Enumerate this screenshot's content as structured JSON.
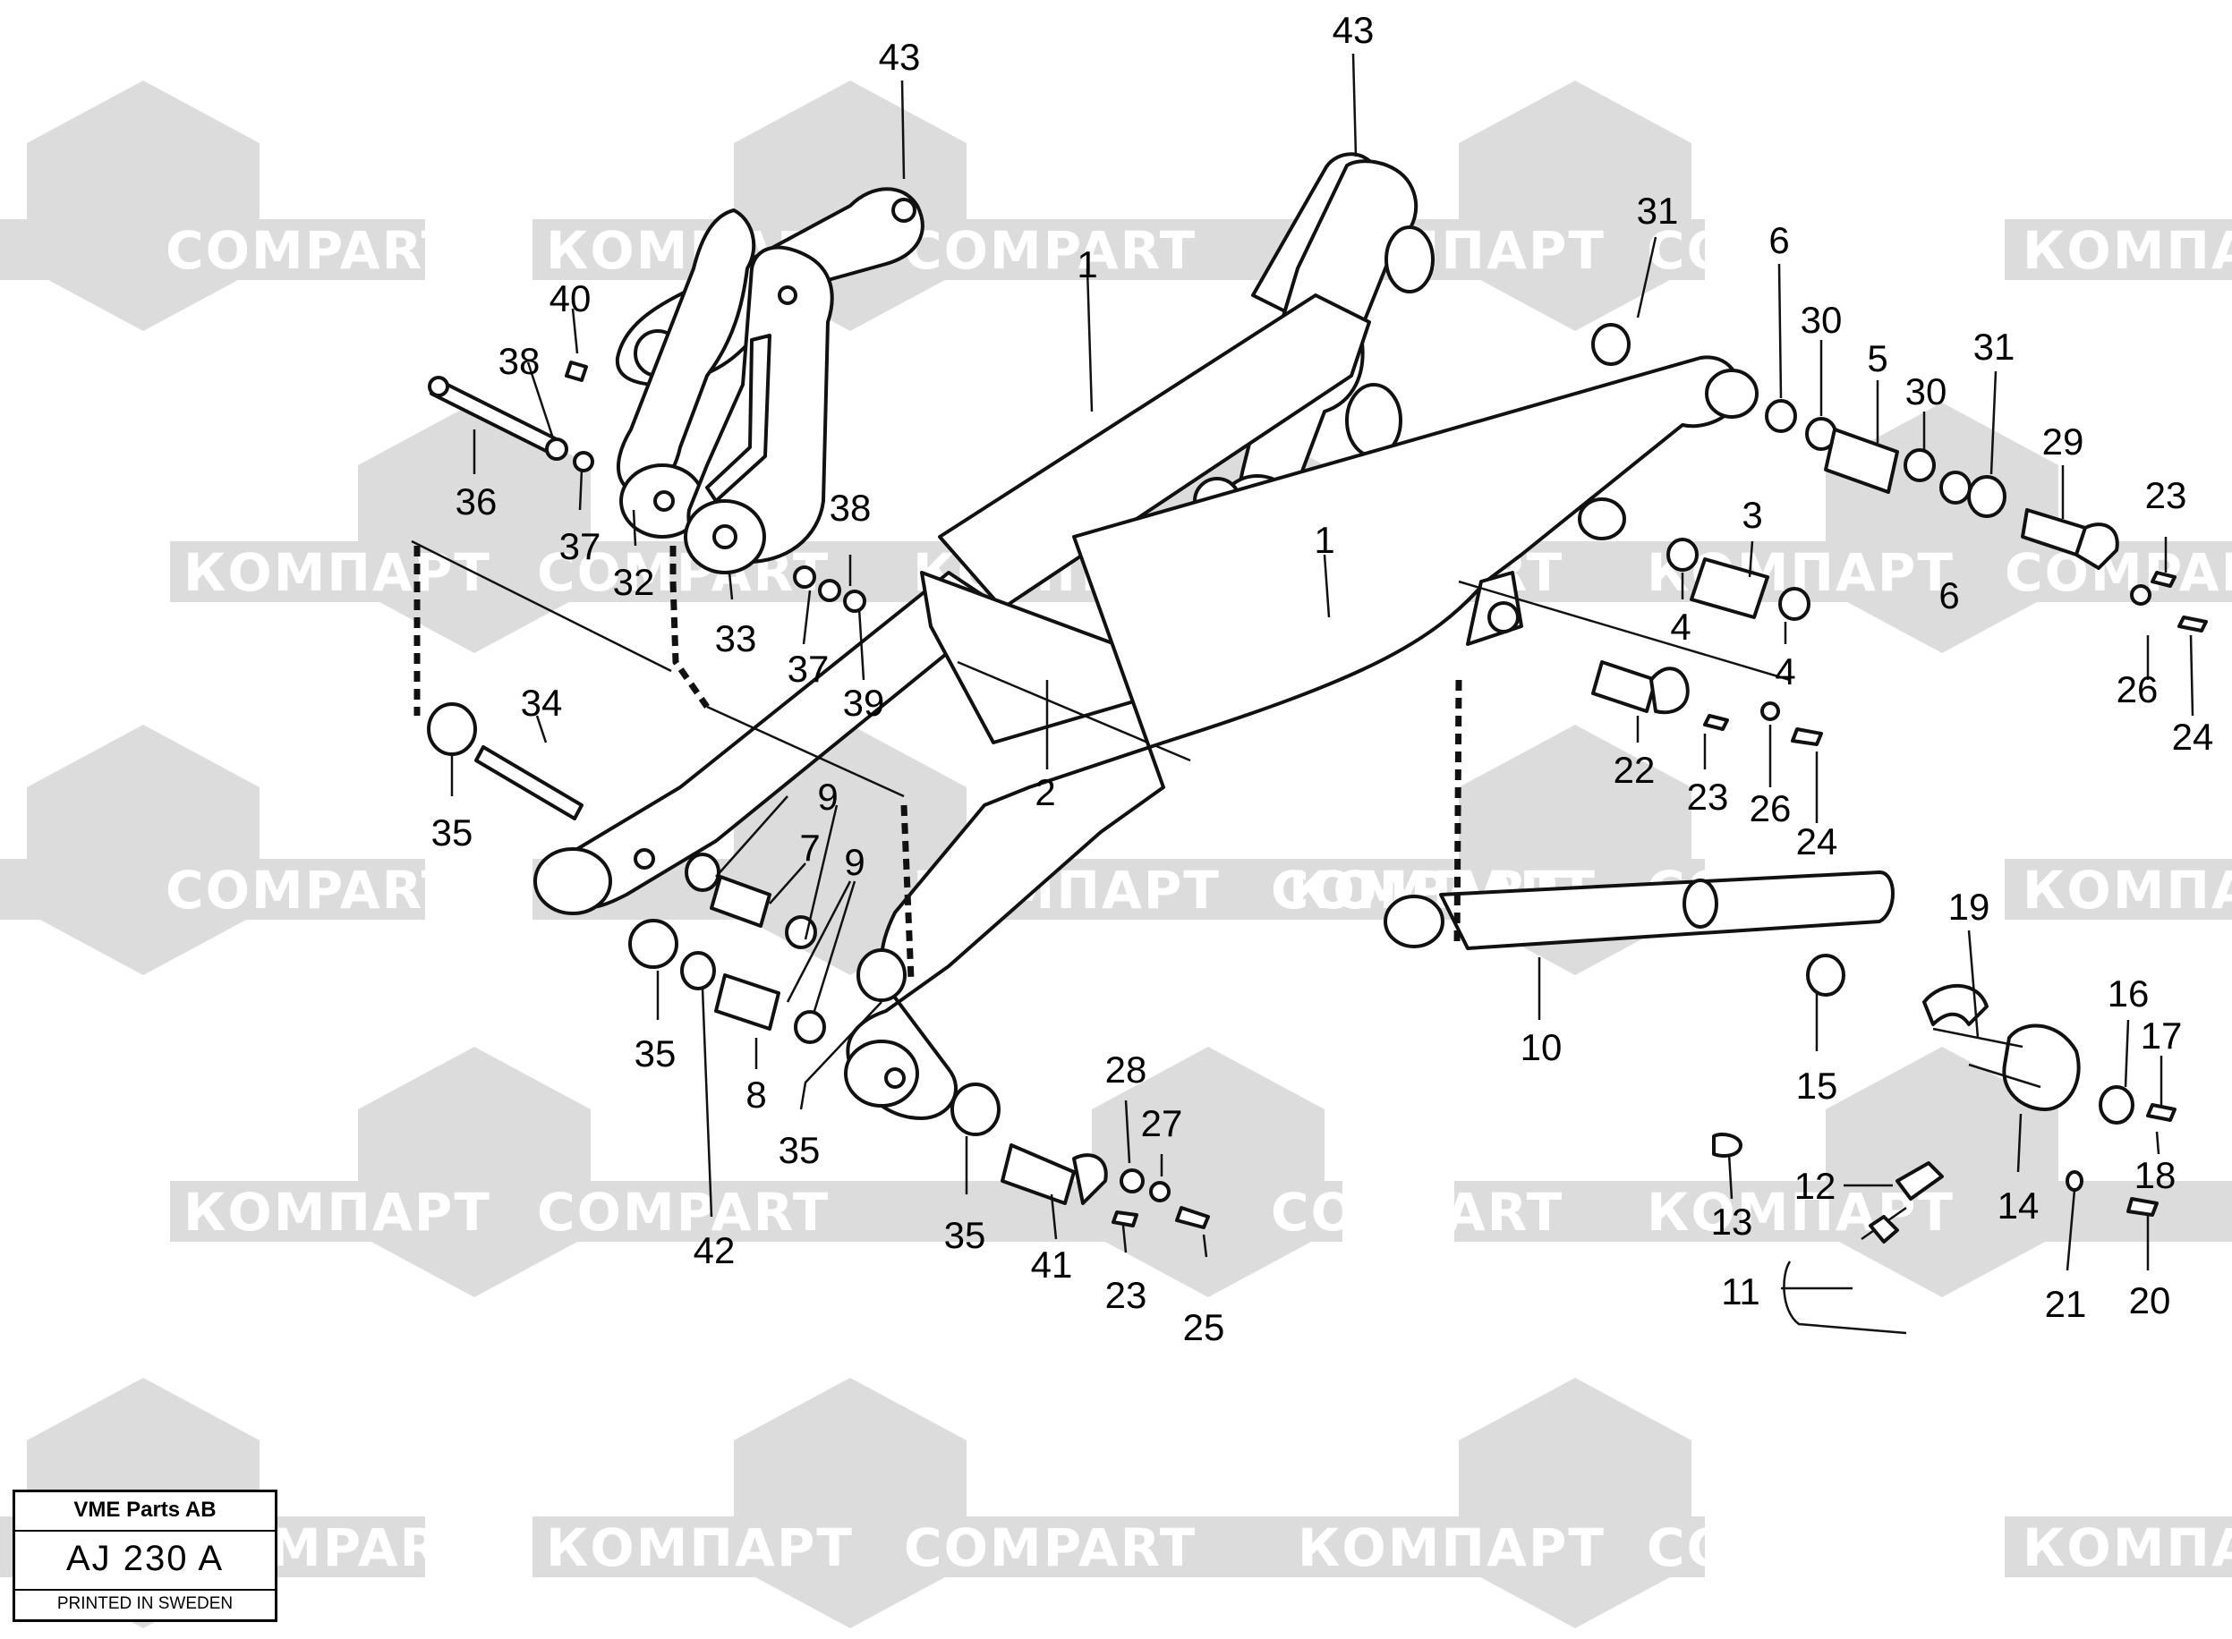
{
  "watermark": {
    "brand_latin": "COMPART",
    "brand_cyrillic": "КОМПАРТ",
    "color": "#dcdcdc"
  },
  "title_block": {
    "company": "VME Parts AB",
    "code": "AJ 230 A",
    "printed": "PRINTED IN SWEDEN"
  },
  "callouts": {
    "c43a": "43",
    "c43b": "43",
    "c1a": "1",
    "c1b": "1",
    "c2": "2",
    "c31a": "31",
    "c31b": "31",
    "c6a": "6",
    "c6b": "6",
    "c30a": "30",
    "c30b": "30",
    "c5": "5",
    "c29": "29",
    "c23a": "23",
    "c23b": "23",
    "c23c": "23",
    "c3": "3",
    "c4a": "4",
    "c4b": "4",
    "c26a": "26",
    "c26b": "26",
    "c24a": "24",
    "c24b": "24",
    "c22": "22",
    "c40": "40",
    "c38a": "38",
    "c38b": "38",
    "c36": "36",
    "c37a": "37",
    "c37b": "37",
    "c32": "32",
    "c33": "33",
    "c39": "39",
    "c34": "34",
    "c35a": "35",
    "c35b": "35",
    "c35c": "35",
    "c35d": "35",
    "c9a": "9",
    "c9b": "9",
    "c7": "7",
    "c8": "8",
    "c42": "42",
    "c28": "28",
    "c27": "27",
    "c41": "41",
    "c25": "25",
    "c10": "10",
    "c19": "19",
    "c15": "15",
    "c16": "16",
    "c17": "17",
    "c18": "18",
    "c14": "14",
    "c13": "13",
    "c12": "12",
    "c11": "11",
    "c21": "21",
    "c20": "20"
  }
}
